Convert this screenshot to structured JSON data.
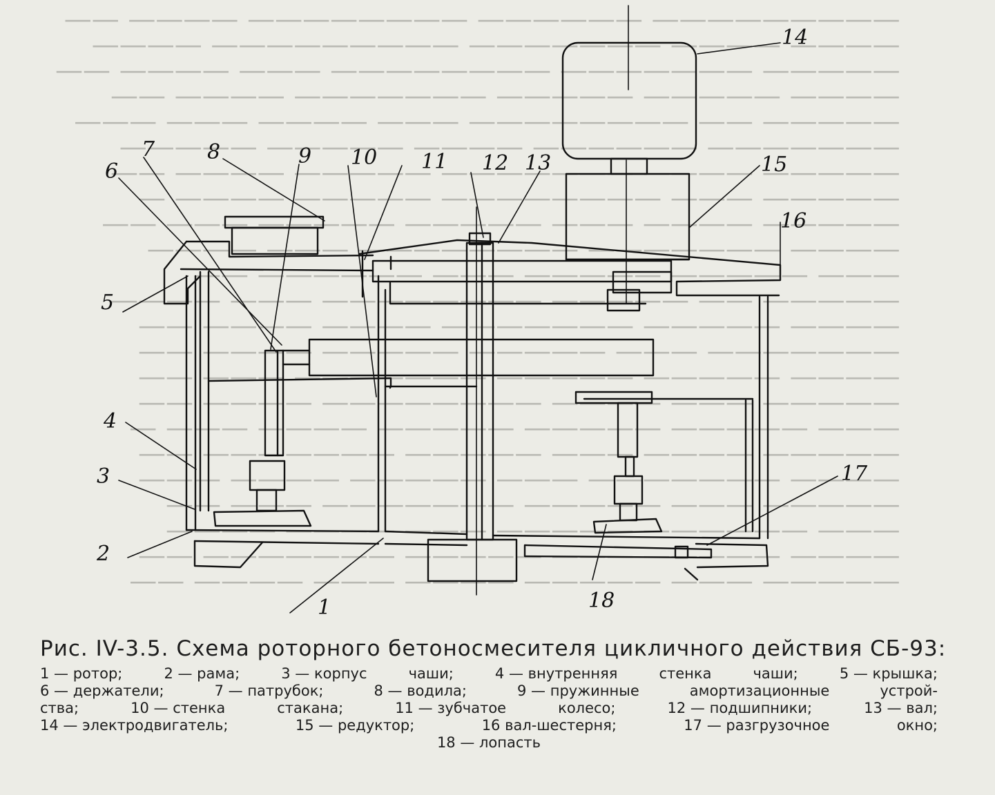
{
  "figure": {
    "caption_title": "Рис. IV-3.5. Схема роторного бетоносмесителя цикличного действия СБ-93:",
    "legend_lines": [
      [
        "1 — ротор;",
        "2 — рама;",
        "3 — корпус",
        "чаши;",
        "4 — внутренняя",
        "стенка",
        "чаши;",
        "5 — крышка;"
      ],
      [
        "6 — держатели;",
        "7 — патрубок;",
        "8 — водила;",
        "9 — пружинные",
        "амортизационные",
        "устрой-"
      ],
      [
        "ства;",
        "10 — стенка",
        "стакана;",
        "11 — зубчатое",
        "колесо;",
        "12 — подшипники;",
        "13 — вал;"
      ],
      [
        "14 — электродвигатель;",
        "15 — редуктор;",
        "16 вал-шестерня;",
        "17 — разгрузочное",
        "окно;"
      ],
      [
        "18 — лопасть"
      ]
    ],
    "labels": [
      "1",
      "2",
      "3",
      "4",
      "5",
      "6",
      "7",
      "8",
      "9",
      "10",
      "11",
      "12",
      "13",
      "14",
      "15",
      "16",
      "17",
      "18"
    ]
  },
  "colors": {
    "paper": "#ecece6",
    "ink": "#111111",
    "bleed": "#b9b9b3"
  }
}
